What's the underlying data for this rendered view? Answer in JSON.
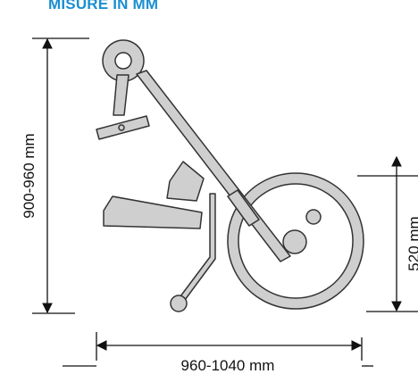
{
  "header": {
    "title": "MISURE IN MM"
  },
  "dimensions": {
    "height": "900-960 mm",
    "length": "960-1040 mm",
    "wheel_height": "520 mm"
  },
  "colors": {
    "title": "#1a8fd1",
    "part_fill": "#cfcfcf",
    "part_stroke": "#333333",
    "dimension_line": "#111111"
  }
}
